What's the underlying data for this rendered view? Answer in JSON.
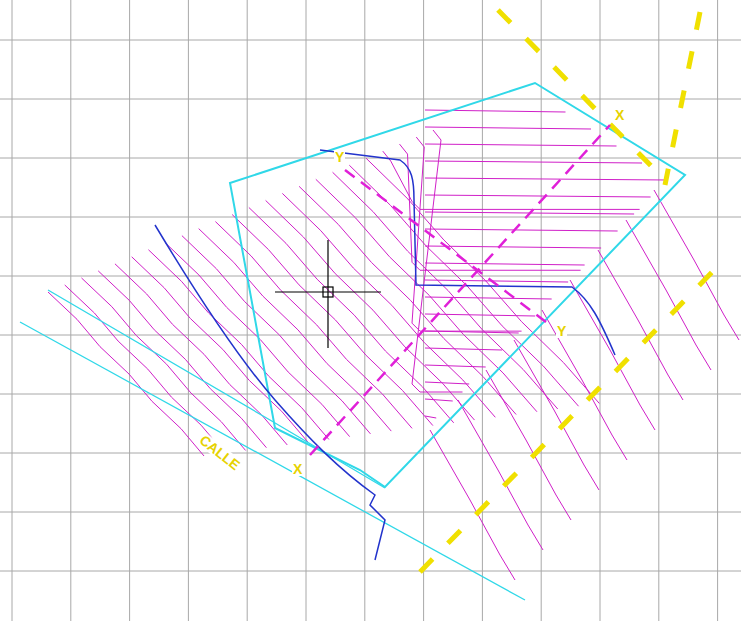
{
  "diagram": {
    "labels": [
      "CALLE",
      "X",
      "X",
      "Y",
      "Y"
    ]
  }
}
